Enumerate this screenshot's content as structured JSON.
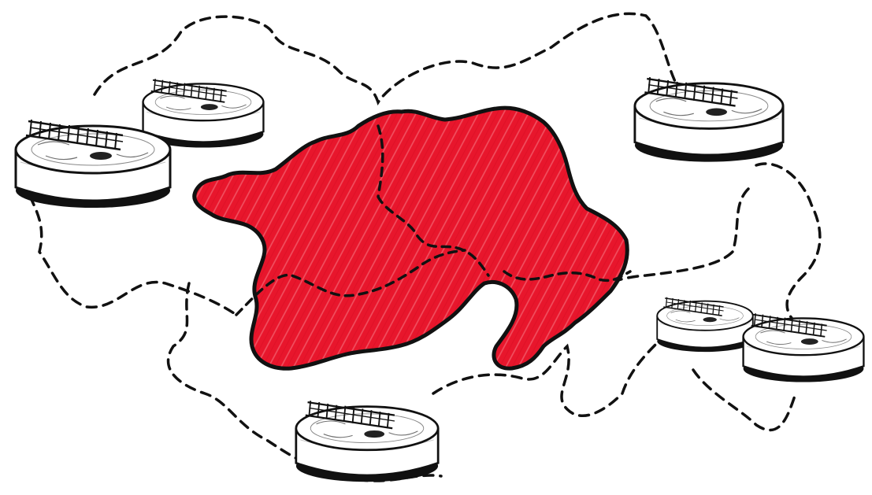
{
  "scene": {
    "region_icon": "map-region",
    "tank_icon": "clarifier-tank",
    "colors": {
      "region_fill": "#e8162c",
      "region_fill_light": "#f25a6a",
      "region_outline": "#111111",
      "boundary_dash": "#111111",
      "tank_fill": "#ffffff",
      "tank_stroke": "#111111",
      "background": "#ffffff"
    },
    "tank_count": 6
  }
}
